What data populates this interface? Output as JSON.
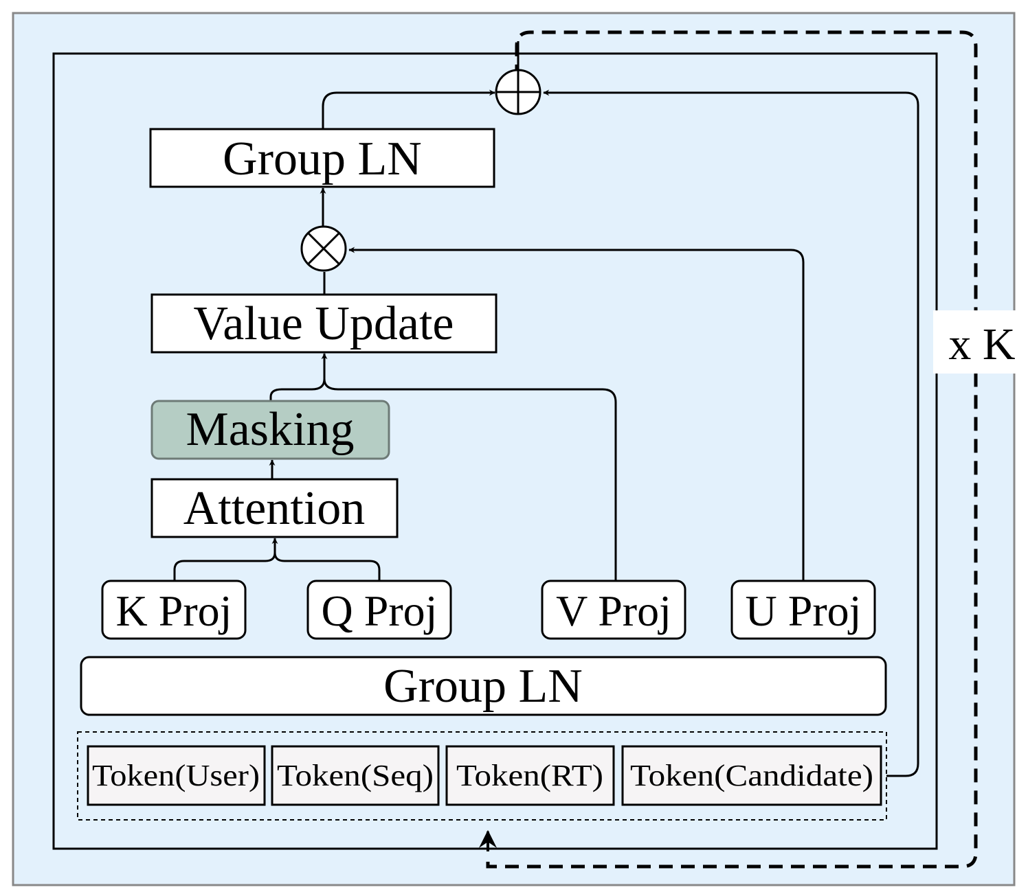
{
  "diagram": {
    "repeat_label": "x K",
    "ops": {
      "add_icon": "circle-plus",
      "multiply_icon": "circle-times"
    },
    "blocks": {
      "group_ln_top": "Group LN",
      "value_update": "Value Update",
      "masking": "Masking",
      "attention": "Attention",
      "k_proj": "K Proj",
      "q_proj": "Q Proj",
      "v_proj": "V Proj",
      "u_proj": "U Proj",
      "group_ln_bottom": "Group LN"
    },
    "tokens": [
      "Token(User)",
      "Token(Seq)",
      "Token(RT)",
      "Token(Candidate)"
    ]
  },
  "colors": {
    "background": "#e3f1fc",
    "masking_fill": "#b5cdc4",
    "token_fill": "#f6f4f5",
    "frame": "#888888"
  }
}
